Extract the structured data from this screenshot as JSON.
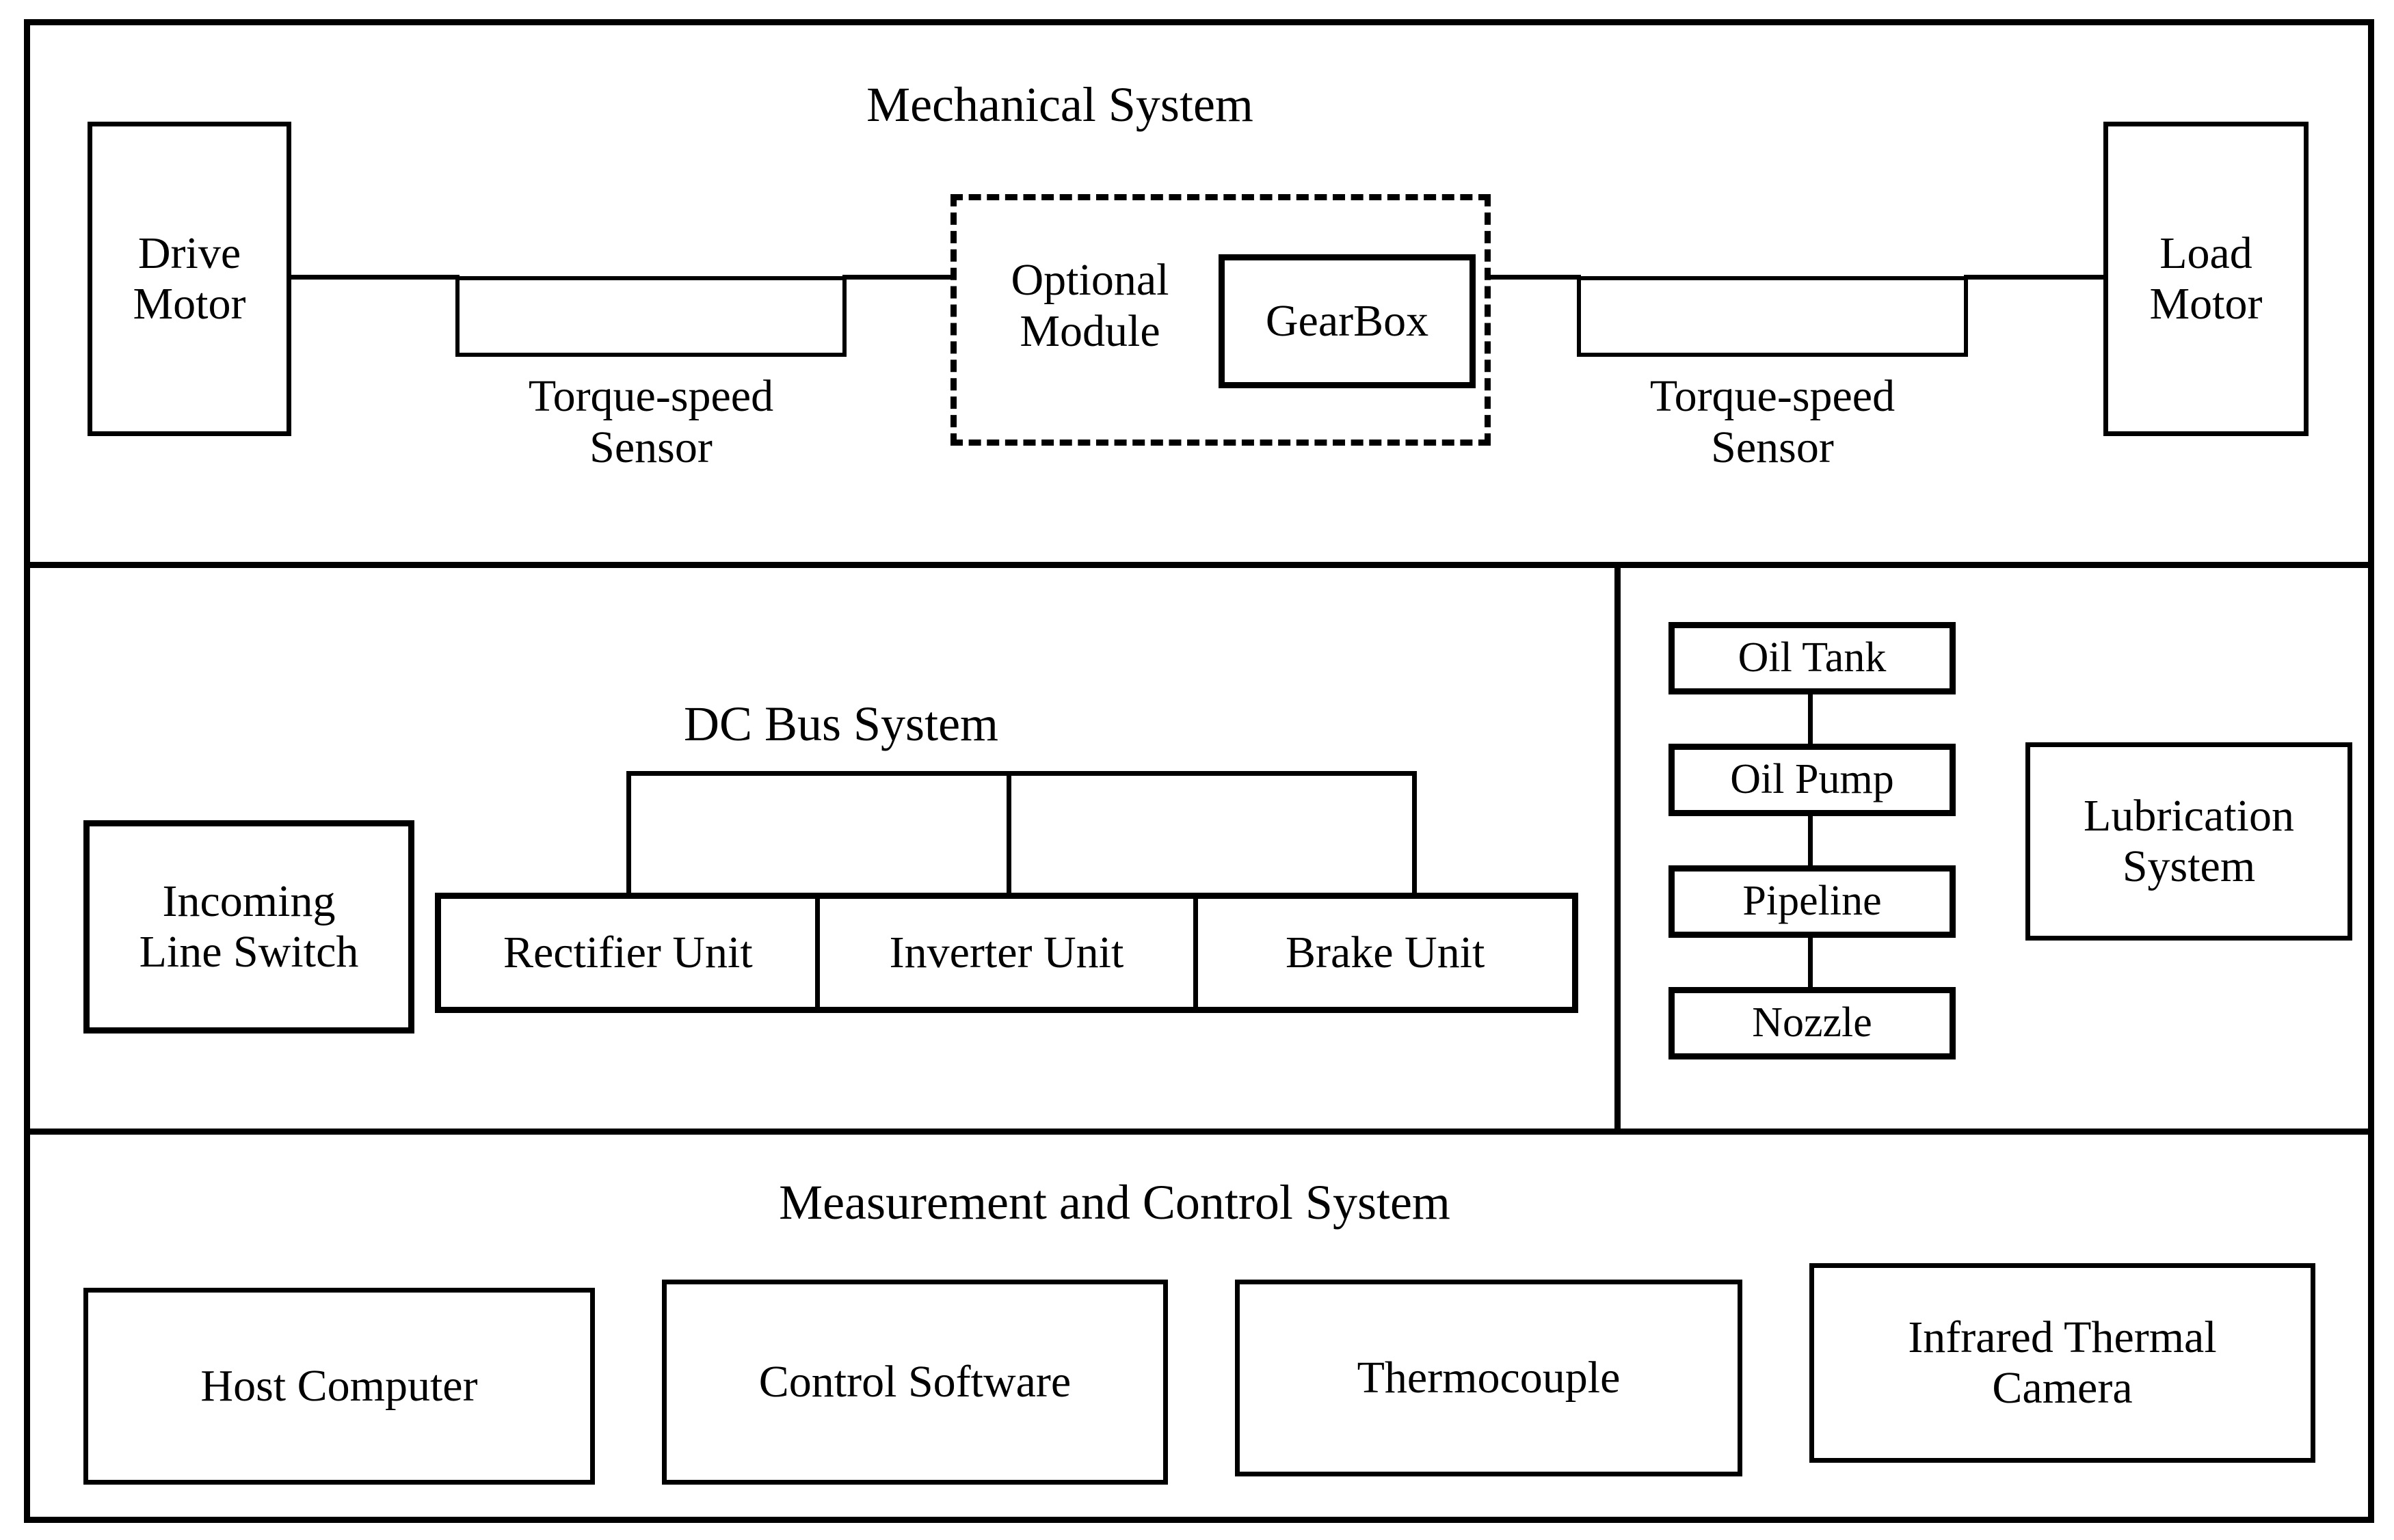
{
  "sections": {
    "mechanical": {
      "title": "Mechanical System"
    },
    "dc_bus": {
      "title": "DC Bus System"
    },
    "measurement": {
      "title": "Measurement and Control System"
    }
  },
  "mechanical": {
    "drive_motor": "Drive\nMotor",
    "sensor_left_label": "Torque-speed\nSensor",
    "optional_module": "Optional\nModule",
    "gearbox": "GearBox",
    "sensor_right_label": "Torque-speed\nSensor",
    "load_motor": "Load\nMotor"
  },
  "dc_bus": {
    "incoming_line_switch": "Incoming\nLine Switch",
    "units": [
      {
        "label": "Rectifier Unit"
      },
      {
        "label": "Inverter Unit"
      },
      {
        "label": "Brake Unit"
      }
    ]
  },
  "lubrication": {
    "chain": [
      {
        "label": "Oil Tank"
      },
      {
        "label": "Oil Pump"
      },
      {
        "label": "Pipeline"
      },
      {
        "label": "Nozzle"
      }
    ],
    "system_label": "Lubrication\nSystem"
  },
  "measurement": {
    "items": [
      {
        "label": "Host Computer"
      },
      {
        "label": "Control Software"
      },
      {
        "label": "Thermocouple"
      },
      {
        "label": "Infrared Thermal\nCamera"
      }
    ]
  },
  "colors": {
    "stroke": "#000000",
    "background": "#ffffff"
  }
}
